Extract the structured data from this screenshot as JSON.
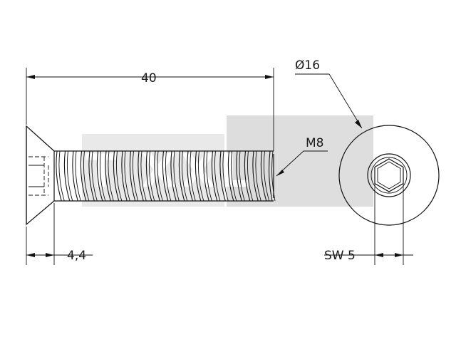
{
  "colors": {
    "line": "#111111",
    "watermark_bg": "#d8d8d8",
    "watermark_fg": "#ffffff",
    "background": "#ffffff"
  },
  "dimensions": {
    "length": "40",
    "thread": "M8",
    "head_diameter": "Ø16",
    "head_height": "4,4",
    "socket_size": "SW 5"
  },
  "watermark": {
    "text": "T  XXL"
  }
}
